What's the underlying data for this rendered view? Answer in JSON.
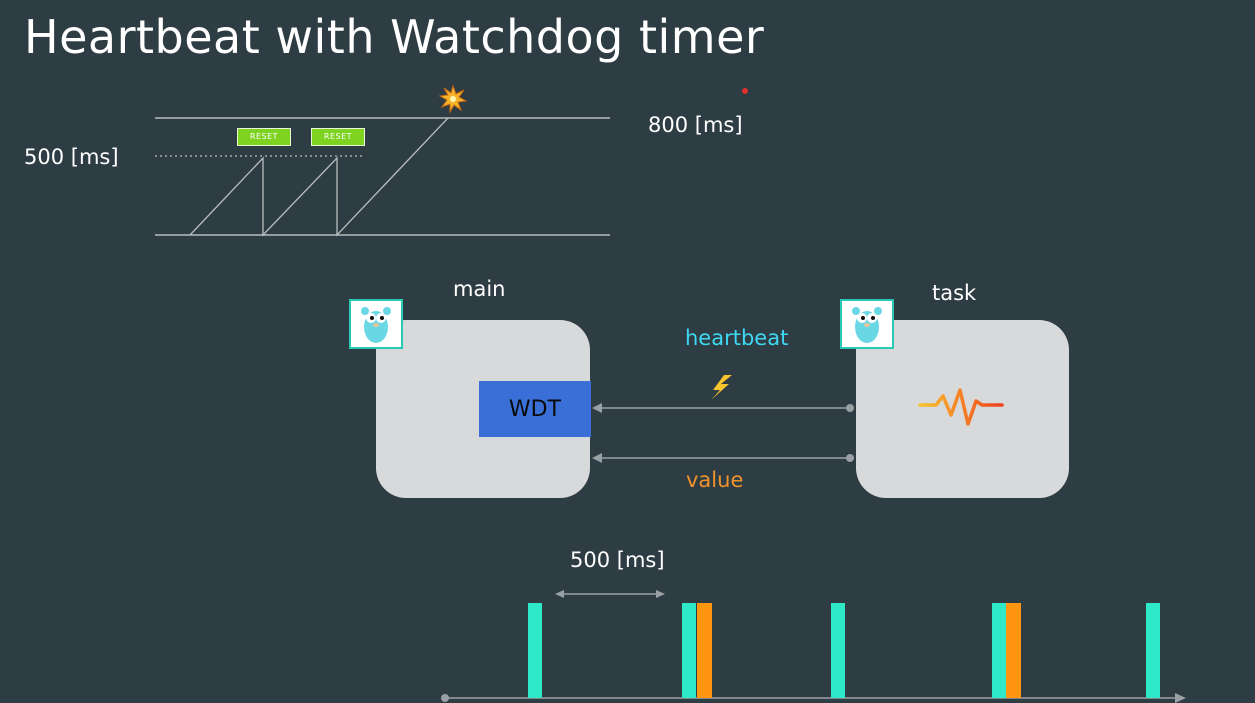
{
  "slide": {
    "title": "Heartbeat with Watchdog timer"
  },
  "watchdog_graph": {
    "threshold_label": "500 [ms]",
    "timeout_label": "800 [ms]",
    "reset_label": "RESET"
  },
  "diagram": {
    "main_label": "main",
    "task_label": "task",
    "wdt_label": "WDT",
    "heartbeat_label": "heartbeat",
    "value_label": "value"
  },
  "timeline": {
    "interval_label": "500 [ms]"
  },
  "colors": {
    "background": "#2e3c43",
    "heartbeat": "#2ee8c8",
    "value": "#ff9510",
    "wdt": "#3a6fd8",
    "reset": "#7ed321"
  }
}
